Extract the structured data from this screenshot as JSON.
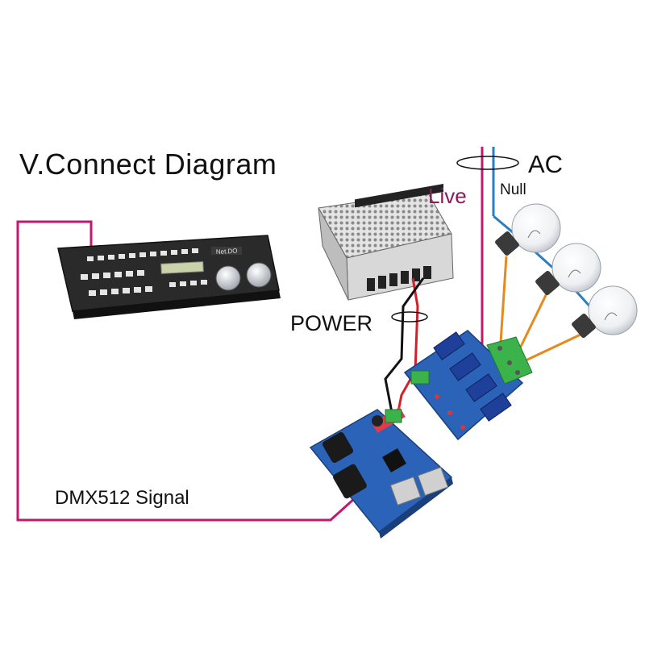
{
  "diagram": {
    "title": "V.Connect Diagram",
    "labels": {
      "power": "POWER",
      "dmx_signal": "DMX512 Signal",
      "ac": "AC",
      "live": "Live",
      "null": "Null"
    },
    "controller_brand": "Net.DO",
    "colors": {
      "dmx_wire": "#c2186e",
      "live_wire": "#c2186e",
      "null_wire": "#2a7fc0",
      "lamp_wire": "#e58a1f",
      "power_red": "#d0202a",
      "power_black": "#111111",
      "pcb": "#2a63b8",
      "terminal": "#3bb34a"
    }
  }
}
